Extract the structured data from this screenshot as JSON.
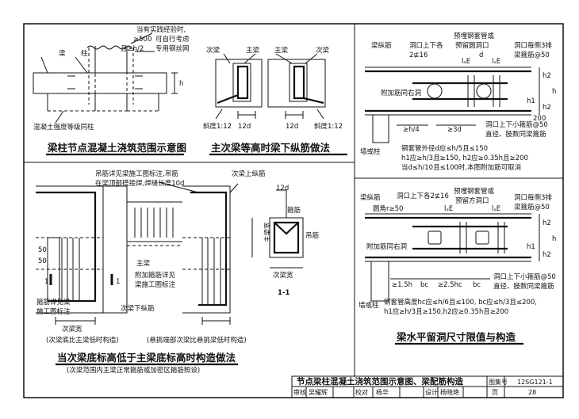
{
  "fig1": {
    "note1": "当有实践经验时,",
    "note2": "可自行考虑",
    "dim500": "≥500",
    "h2": "且≥h/2",
    "mesh": "专用钢丝网",
    "liang": "梁",
    "zhu": "柱",
    "h": "h",
    "grade": "混凝土强度等级同柱",
    "title": "梁柱节点混凝土浇筑范围示意图"
  },
  "fig2": {
    "cil_l": "次梁",
    "zhu_liang": "主梁",
    "zhu_liang2": "主梁",
    "cil_r": "次梁",
    "slope_l": "斜度1:12",
    "d12_l": "12d",
    "d12_r": "12d",
    "slope_r": "斜度1:12",
    "title": "主次梁等高时梁下纵筋做法"
  },
  "fig3": {
    "hook_note1": "吊筋详见梁施工图标注,吊筋",
    "hook_note2": "在梁顶部搭接焊,焊缝长度10d",
    "ci_top": "次梁上纵筋",
    "d12": "12d",
    "dim50a": "50",
    "dim50b": "50",
    "sec1a": "1",
    "sec1b": "1",
    "zhuliang": "主梁",
    "addstir1": "附加箍筋详见",
    "addstir2": "梁施工图标注",
    "bottom_bar": "次梁下纵筋",
    "stir1": "箍筋详见梁",
    "stir2": "施工图标注",
    "ciwidth": "次梁宽",
    "cap_l": "(次梁底比主梁低时构造)",
    "cap_r": "(悬挑端部次梁比悬挑梁低时构造)",
    "title": "当次梁底标高低于主梁底标高时构造做法",
    "subtitle": "(次梁范围内主梁正常箍筋或加密区箍筋照设)"
  },
  "sec11": {
    "gujin": "箍筋",
    "diaojin": "吊筋",
    "zhuliangkuan": "主梁宽",
    "cilikuan": "次梁宽",
    "label": "1-1"
  },
  "fig4": {
    "lzj": "梁纵筋",
    "dong": "洞口上下各",
    "dong_bar": "2⊈16",
    "yumai": "预埋钢套管或",
    "yuliu": "预留圆洞口",
    "d": "d",
    "lae1": "lₐE",
    "lae2": "lₐE",
    "each3": "洞口每侧3排",
    "stir50": "梁箍筋@50",
    "h2": "h2",
    "h1": "h1",
    "h": "h",
    "h2b": "h2",
    "addbar": "附加筋同右洞",
    "h4": "≥h/4",
    "d3": "≥3d",
    "dim200": "200",
    "small1": "洞口上下小箍筋@50",
    "small2": "直径、肢数同梁箍筋",
    "wall": "墙或柱",
    "cond1": "钢套管外径d应≤h/5且≤150",
    "cond2": "h1应≥h/3且≥150, h2应≥0.35h且≥200",
    "cond3": "当d≤h/10且≤100时,本图附加筋可取消"
  },
  "fig5": {
    "lzj": "梁纵筋",
    "dong": "洞口上下各2⊈16",
    "yumai": "预埋钢套管或",
    "yuliu": "预留方洞口",
    "yuanjiao": "圆角r≥50",
    "lae1": "lₐE",
    "lae2": "lₐE",
    "each3": "洞口每侧3排",
    "stir50": "梁箍筋@50",
    "h2": "h2",
    "h1": "h1",
    "h": "h",
    "h2b": "h2",
    "addbar": "附加筋同右洞",
    "d15": "≥1.5h",
    "bc1": "bc",
    "d25": "≥2.5hc",
    "bc2": "bc",
    "small1": "洞口上下小箍筋@50",
    "small2": "直径、肢数同梁箍筋",
    "wall": "墙或柱",
    "cond1": "钢套管高度hc应≤h/6且≤100, bc应≤h/3且≤200,",
    "cond2": "h1应≥h/3且≥150,h2应≥0.35h且≥200",
    "title": "梁水平留洞尺寸限值与构造"
  },
  "titleblock": {
    "main": "节点梁柱混凝土浇筑范围示意图、梁配筋构造",
    "atlas_label": "图集号",
    "atlas_no": "12SG121-1",
    "review_label": "审核",
    "reviewer": "吴耀辉",
    "check_label": "校对",
    "checker": "杨华",
    "design_label": "设计",
    "designer": "杨晓艳",
    "page_label": "页",
    "page_no": "28"
  }
}
